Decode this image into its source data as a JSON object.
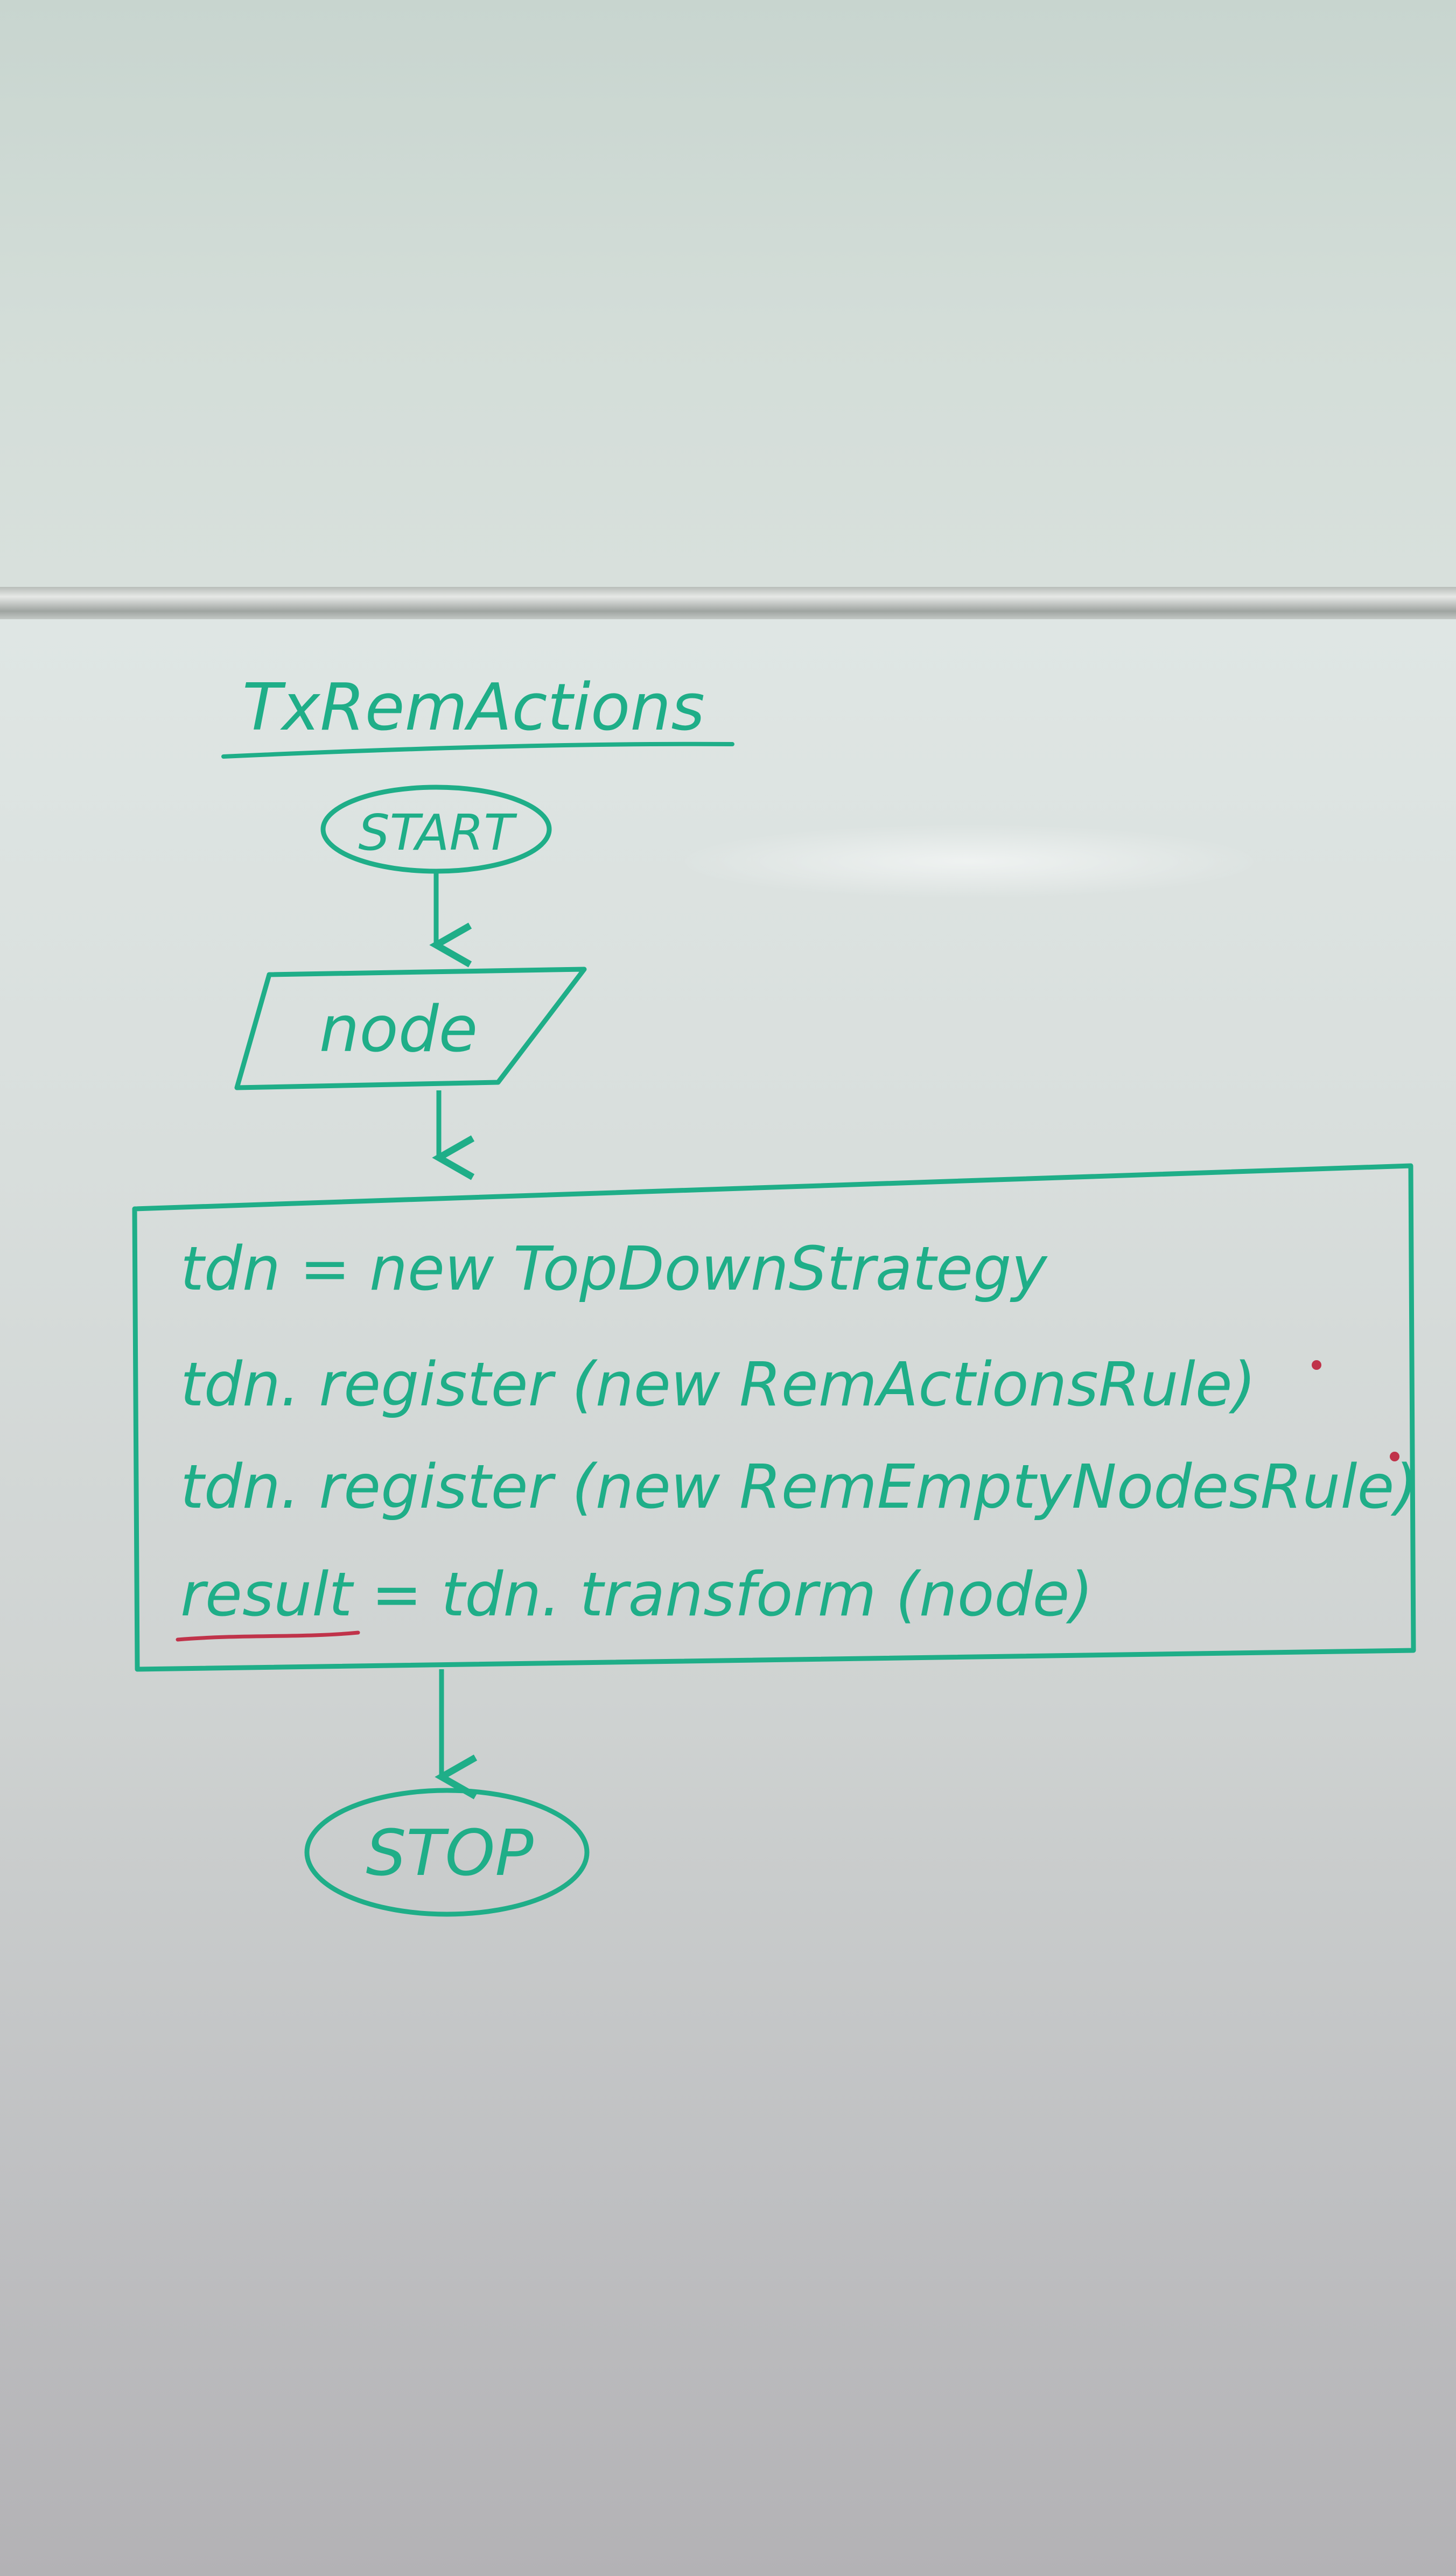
{
  "flowchart": {
    "title": "TxRemActions",
    "start": "START",
    "input": "node",
    "process_lines": [
      "tdn = new TopDownStrategy",
      "tdn. register (new RemActionsRule)",
      "tdn. register (new RemEmptyNodesRule)",
      "result = tdn. transform (node)"
    ],
    "stop": "STOP"
  },
  "colors": {
    "marker_green": "#1fae88",
    "marker_red": "#c0334a"
  }
}
